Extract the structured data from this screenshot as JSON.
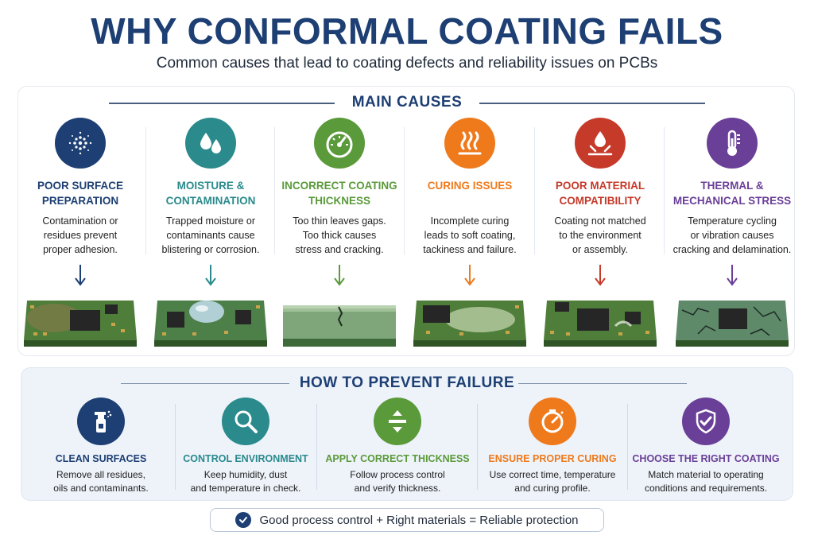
{
  "header": {
    "title": "WHY CONFORMAL COATING FAILS",
    "subtitle": "Common causes that lead to coating defects and reliability issues on PCBs"
  },
  "main_causes": {
    "heading": "MAIN CAUSES",
    "items": [
      {
        "title_line1": "POOR SURFACE",
        "title_line2": "PREPARATION",
        "desc_line1": "Contamination or",
        "desc_line2": "residues prevent",
        "desc_line3": "proper adhesion.",
        "color": "#1d3f73",
        "icon": "dots-contamination-icon"
      },
      {
        "title_line1": "MOISTURE &",
        "title_line2": "CONTAMINATION",
        "desc_line1": "Trapped moisture or",
        "desc_line2": "contaminants cause",
        "desc_line3": "blistering or corrosion.",
        "color": "#2a8a8c",
        "icon": "water-drops-icon"
      },
      {
        "title_line1": "INCORRECT COATING",
        "title_line2": "THICKNESS",
        "desc_line1": "Too thin leaves gaps.",
        "desc_line2": "Too thick causes",
        "desc_line3": "stress and cracking.",
        "color": "#5a9a3a",
        "icon": "gauge-icon"
      },
      {
        "title_line1": "CURING ISSUES",
        "title_line2": "",
        "desc_line1": "Incomplete curing",
        "desc_line2": "leads to soft coating,",
        "desc_line3": "tackiness and failure.",
        "color": "#ee7a1c",
        "icon": "heat-waves-icon"
      },
      {
        "title_line1": "POOR MATERIAL",
        "title_line2": "COMPATIBILITY",
        "desc_line1": "Coating not matched",
        "desc_line2": "to the environment",
        "desc_line3": "or assembly.",
        "color": "#c63a2a",
        "icon": "drop-reaction-icon"
      },
      {
        "title_line1": "THERMAL &",
        "title_line2": "MECHANICAL STRESS",
        "desc_line1": "Temperature cycling",
        "desc_line2": "or vibration causes",
        "desc_line3": "cracking and delamination.",
        "color": "#6a3f98",
        "icon": "thermometer-icon"
      }
    ]
  },
  "prevention": {
    "heading": "HOW TO PREVENT FAILURE",
    "items": [
      {
        "title": "CLEAN SURFACES",
        "desc_line1": "Remove all residues,",
        "desc_line2": "oils and contaminants.",
        "color": "#1d3f73",
        "icon": "spray-bottle-icon"
      },
      {
        "title": "CONTROL ENVIRONMENT",
        "desc_line1": "Keep humidity, dust",
        "desc_line2": "and temperature in check.",
        "color": "#2a8a8c",
        "icon": "magnifier-icon"
      },
      {
        "title": "APPLY CORRECT THICKNESS",
        "desc_line1": "Follow process control",
        "desc_line2": "and verify thickness.",
        "color": "#5a9a3a",
        "icon": "thickness-arrows-icon"
      },
      {
        "title": "ENSURE PROPER CURING",
        "desc_line1": "Use correct time, temperature",
        "desc_line2": "and curing profile.",
        "color": "#ee7a1c",
        "icon": "timer-icon"
      },
      {
        "title": "CHOOSE THE RIGHT COATING",
        "desc_line1": "Match material to operating",
        "desc_line2": "conditions and requirements.",
        "color": "#6a3f98",
        "icon": "shield-check-icon"
      }
    ]
  },
  "footer": {
    "text": "Good process control + Right materials = Reliable protection",
    "icon": "check-circle-icon"
  }
}
